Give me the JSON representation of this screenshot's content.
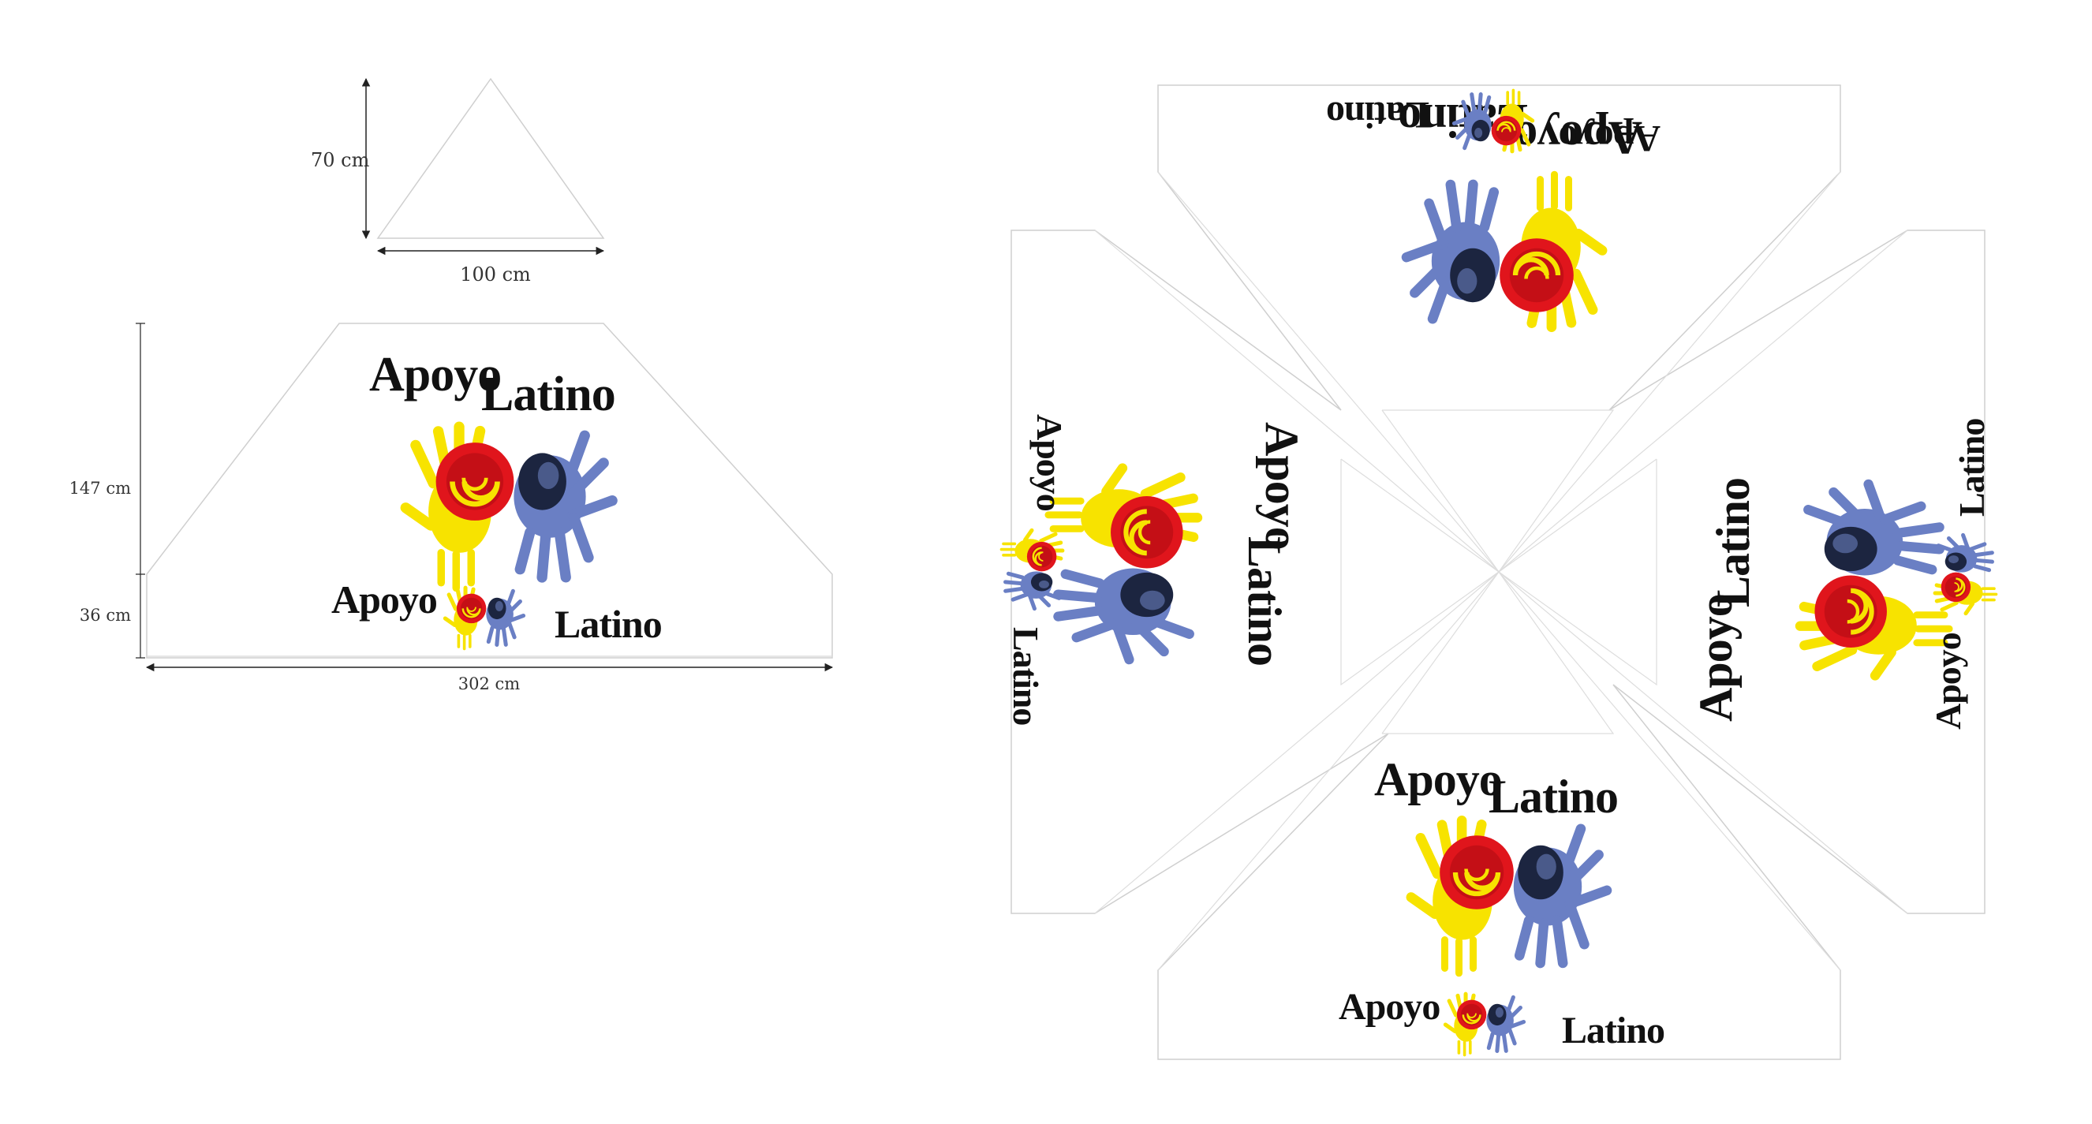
{
  "dimensions": {
    "triangle_height": "70 cm",
    "triangle_base": "100 cm",
    "panel_top_height": "147 cm",
    "panel_bottom_height": "36 cm",
    "panel_width": "302 cm"
  },
  "brand": {
    "word1": "Apoyo",
    "word2": "Latino"
  },
  "colors": {
    "rose_red": "#e0151c",
    "hand_yellow": "#f7e300",
    "hand_blue": "#6a7fc4",
    "hand_dark": "#1c2540",
    "outline": "#cfcfcf",
    "dim_line": "#222222"
  },
  "icons": {
    "logo": "hands-with-rose-icon"
  }
}
